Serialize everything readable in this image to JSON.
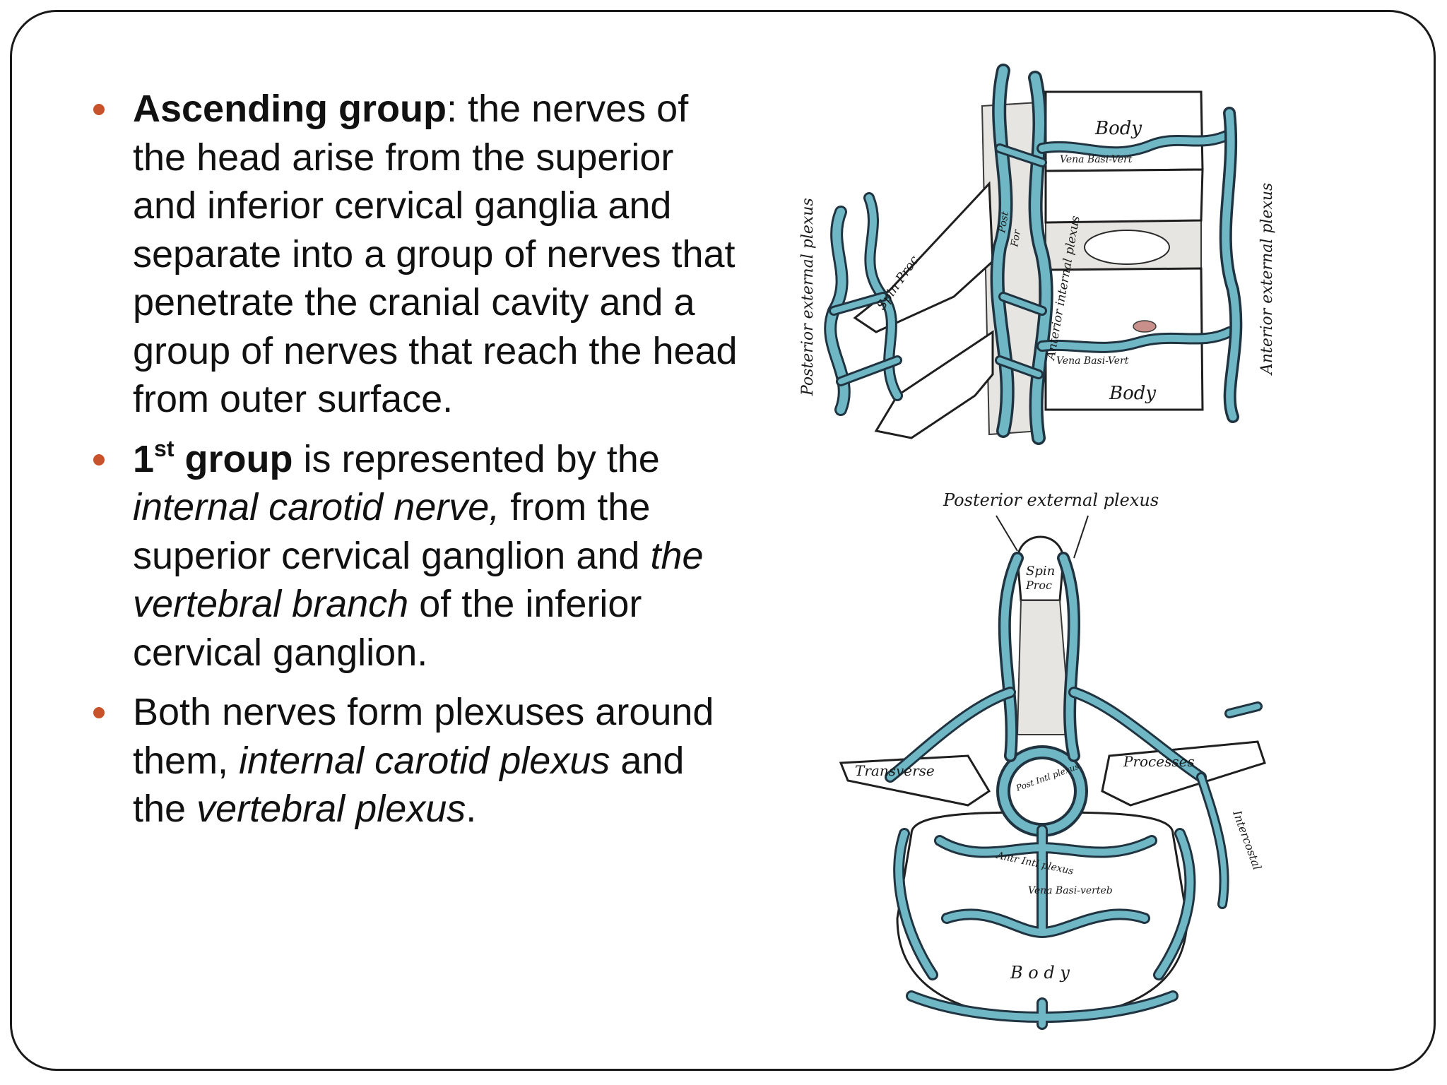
{
  "bullets": [
    {
      "bold": "Ascending group",
      "text": ": the nerves of the head arise from the superior and inferior cervical ganglia and separate into a group of nerves that penetrate the cranial cavity and a group of nerves that reach the head from outer surface."
    },
    {
      "bold_num": "1",
      "bold_sup": "st",
      "bold_word": " group",
      "text1": " is represented by the ",
      "italic1": "internal carotid nerve,",
      "text2": " from the superior cervical ganglion and ",
      "italic2": "the vertebral branch",
      "text3": " of the inferior cervical ganglion."
    },
    {
      "text1": "Both nerves form plexuses around them, ",
      "italic1": "internal carotid plexus",
      "text2": " and the ",
      "italic2": "vertebral plexus",
      "text3": "."
    }
  ],
  "figure_top": {
    "label_posterior": "Posterior external plexus",
    "label_anterior": "Anterior external plexus",
    "label_internal": "Anterior internal plexus",
    "label_body_upper": "Body",
    "label_body_lower": "Body",
    "label_spin": "Spin Proc",
    "label_vena_upper": "Vena Basi-Vert",
    "label_vena_lower": "Vena Basi-Vert",
    "label_for": "For",
    "label_post": "Post"
  },
  "figure_bottom": {
    "label_posterior": "Posterior external plexus",
    "label_spin": "Spin",
    "label_proc": "Proc",
    "label_transverse": "Transverse",
    "label_processes": "Processes",
    "label_intercostal": "Intercostal",
    "label_post_intl": "Post Intl plexus",
    "label_antr_intl": "Antr Intl plexus",
    "label_vena": "Vena Basi-verteb",
    "label_body": "B o d y"
  },
  "colors": {
    "bullet": "#c8522a",
    "vein": "#6fb7c4",
    "frame": "#1a1a1a"
  }
}
